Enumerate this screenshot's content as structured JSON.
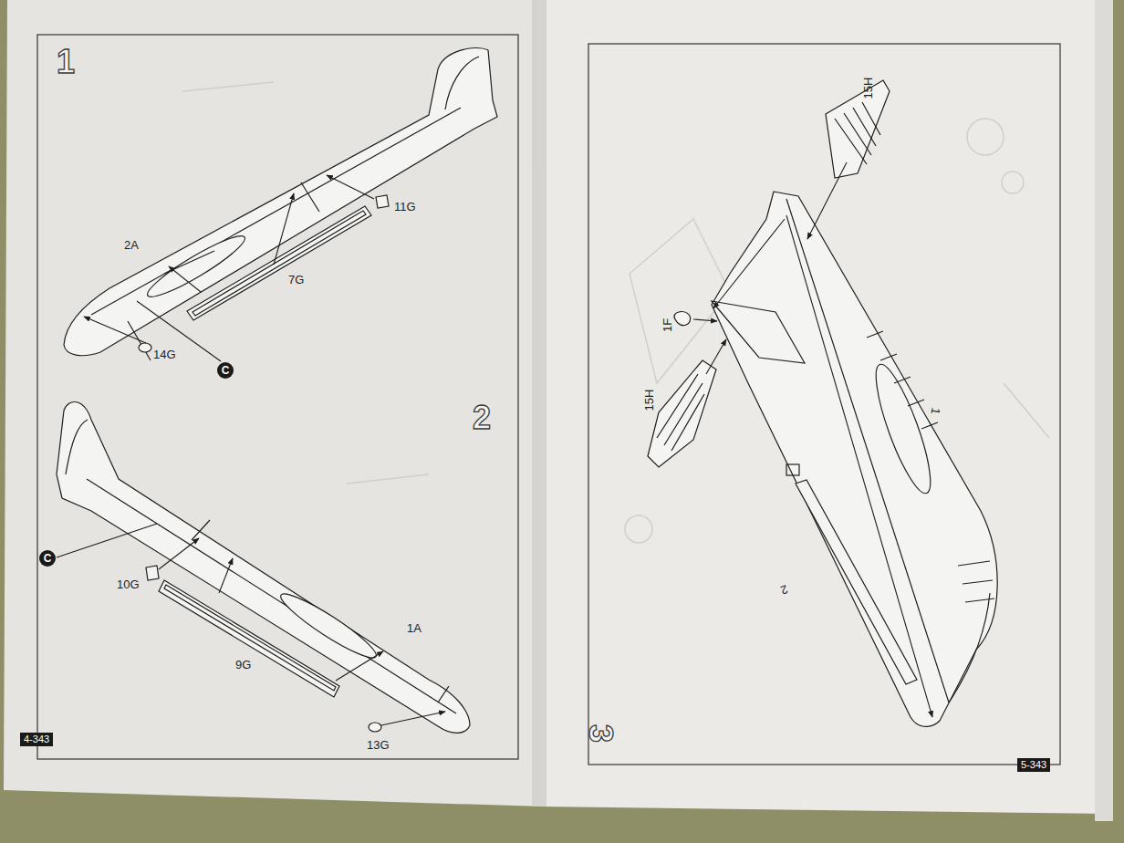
{
  "diagram": {
    "labels": [
      "1",
      "11G",
      "2A",
      "7G",
      "14G",
      "C",
      "2",
      "C",
      "10G",
      "1A",
      "9G",
      "13G",
      "4-343",
      "15H",
      "1F",
      "15H",
      "1",
      "2",
      "3",
      "5-343"
    ]
  }
}
